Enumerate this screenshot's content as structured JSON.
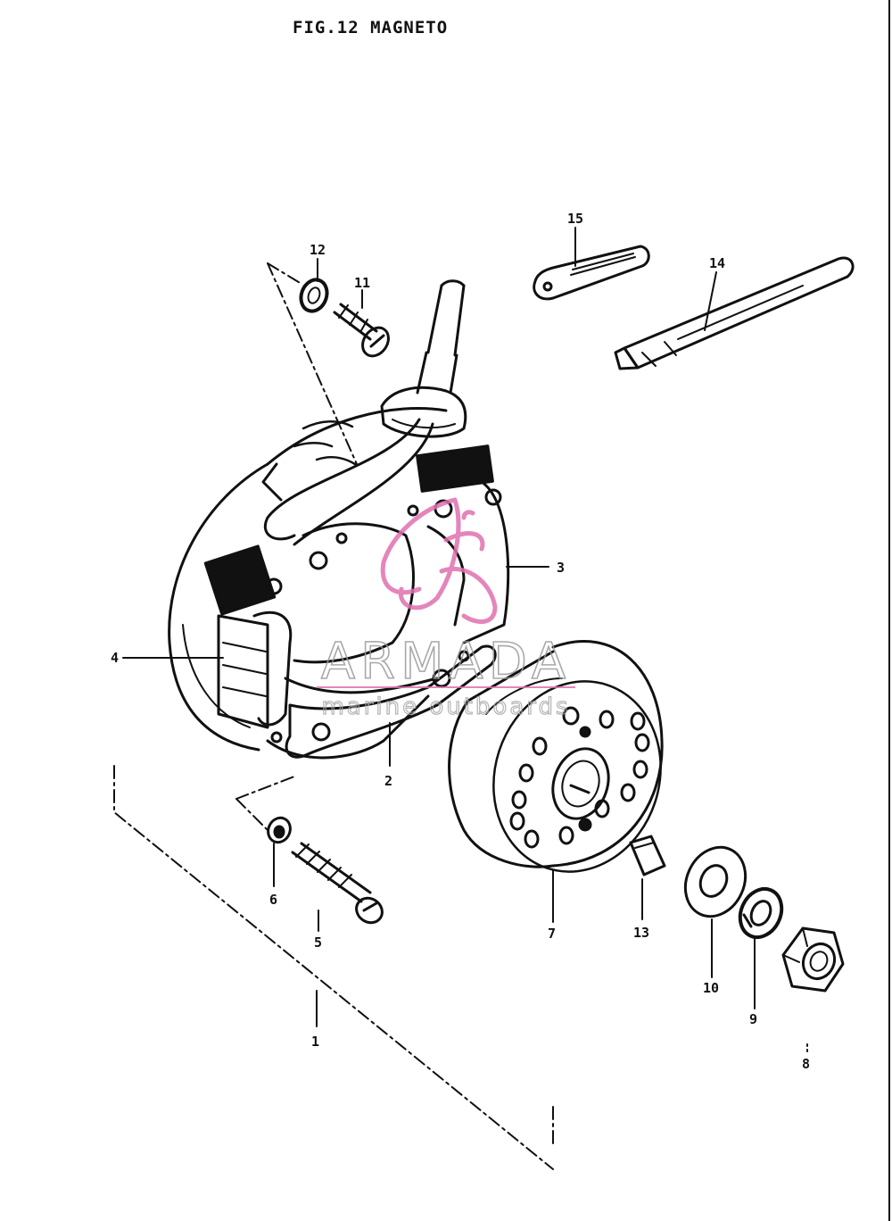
{
  "figure": {
    "title": "FIG.12  MAGNETO"
  },
  "watermark": {
    "brand": "ARMADA",
    "tagline": "marine outboards",
    "accent_color": "#e070b0"
  },
  "callouts": {
    "c1": "1",
    "c2": "2",
    "c3": "3",
    "c4": "4",
    "c5": "5",
    "c6": "6",
    "c7": "7",
    "c8": "8",
    "c9": "9",
    "c10": "10",
    "c11": "11",
    "c12": "12",
    "c13": "13",
    "c14": "14",
    "c15": "15"
  }
}
